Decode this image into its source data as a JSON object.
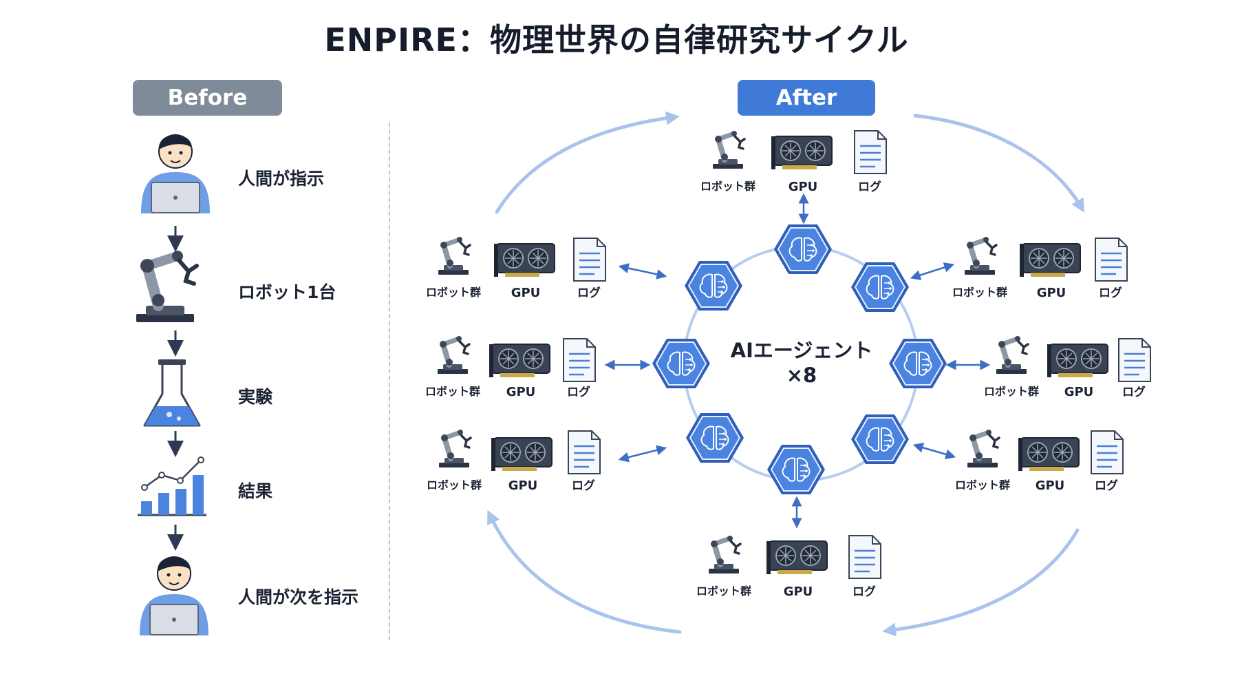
{
  "title": "ENPIRE：物理世界の自律研究サイクル",
  "before": {
    "label": "Before",
    "steps": [
      "人間が指示",
      "ロボット1台",
      "実験",
      "結果",
      "人間が次を指示"
    ]
  },
  "after": {
    "label": "After",
    "center_label": "AIエージェント×8",
    "resource_labels": {
      "robot": "ロボット群",
      "gpu": "GPU",
      "log": "ログ"
    }
  },
  "icons": [
    "person-laptop-icon",
    "robot-arm-icon",
    "flask-icon",
    "bar-chart-icon",
    "gpu-card-icon",
    "document-icon",
    "ai-brain-hexagon-icon"
  ],
  "colors": {
    "accent": "#3f7ad6",
    "before_pill": "#7f8b99",
    "cycle_arrow": "#a9c3ec",
    "hexagon": "#3d74d9",
    "dark": "#1b2233"
  }
}
